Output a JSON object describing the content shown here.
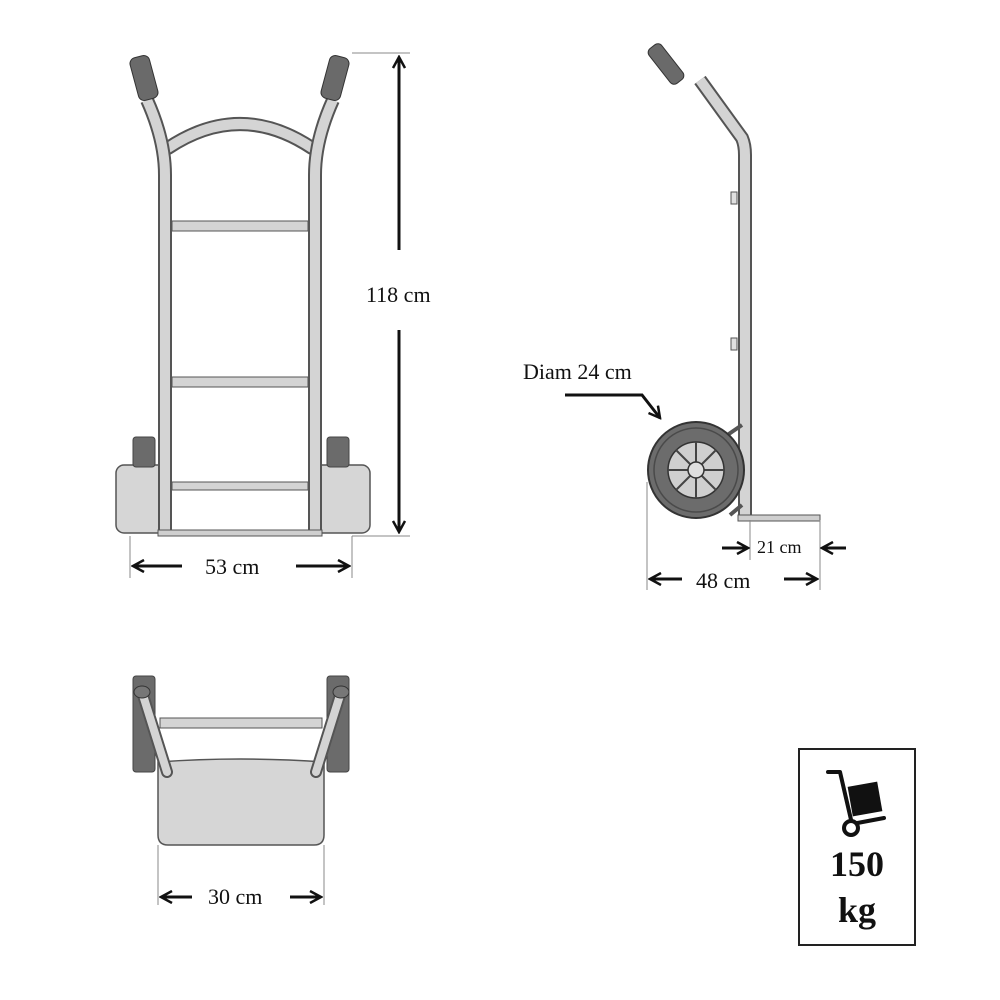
{
  "diagram": {
    "subject": "hand truck dimensions",
    "views": [
      {
        "name": "front view",
        "labels": {
          "height": "118 cm",
          "width": "53 cm"
        }
      },
      {
        "name": "side view",
        "labels": {
          "wheel": "Diam 24 cm",
          "nose_plate": "21 cm",
          "depth": "48 cm"
        }
      },
      {
        "name": "top view",
        "labels": {
          "plate_width": "30 cm"
        }
      }
    ],
    "badge": {
      "icon": "hand-truck-icon",
      "value": "150",
      "unit": "kg"
    },
    "colors": {
      "frame": "#d4d4d4",
      "outline": "#555555",
      "grip": "#6a6a6a",
      "arrow": "#111111"
    }
  }
}
